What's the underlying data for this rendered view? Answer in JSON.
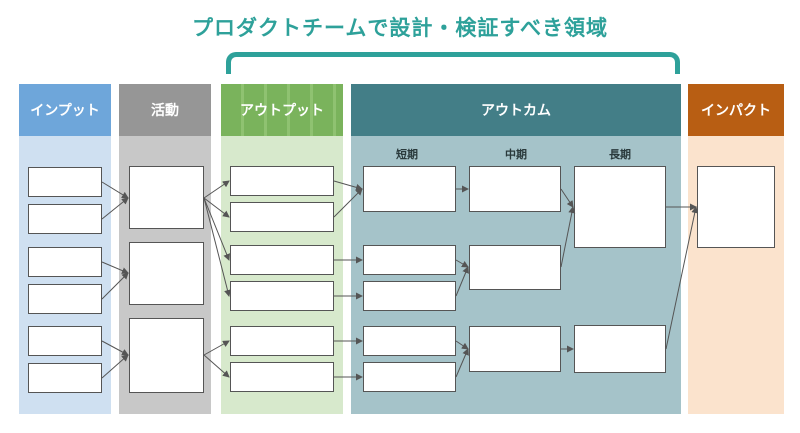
{
  "title": "プロダクトチームで設計・検証すべき領域",
  "columns": {
    "input": "インプット",
    "activity": "活動",
    "output": "アウトプット",
    "outcome": "アウトカム",
    "impact": "インパクト"
  },
  "outcome_terms": {
    "short": "短期",
    "mid": "中期",
    "long": "長期"
  },
  "colors": {
    "title": "#2ea19a",
    "input": "#6ea6da",
    "activity": "#969696",
    "output": "#7ab35c",
    "outcome": "#437e87",
    "impact": "#b85e13"
  }
}
